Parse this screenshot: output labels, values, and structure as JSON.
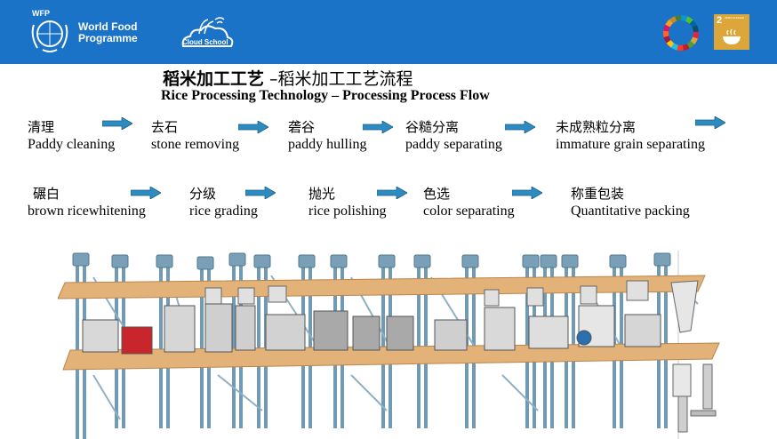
{
  "header": {
    "wfp_abbr": "WFP",
    "wfp_name": "World Food Programme",
    "cloud_school": "Cloud School",
    "sdg_number": "2",
    "sdg_label": "ZERO HUNGER",
    "colors": {
      "band": "#1a73c6",
      "sdg2": "#dda63a",
      "arrow": "#2e8bc0"
    }
  },
  "title": {
    "cn_bold": "稻米加工工艺",
    "cn_rest": " –稻米加工工艺流程",
    "en": "Rice Processing Technology – Processing Process Flow"
  },
  "flow_row1": [
    {
      "cn": "清理",
      "en": "Paddy cleaning"
    },
    {
      "cn": "去石",
      "en": "stone removing"
    },
    {
      "cn": "砻谷",
      "en": "paddy hulling"
    },
    {
      "cn": "谷糙分离",
      "en": "paddy separating"
    },
    {
      "cn": "未成熟粒分离",
      "en": "immature grain separating"
    }
  ],
  "flow_row2": [
    {
      "cn": "碾白",
      "en": "brown ricewhitening"
    },
    {
      "cn": "分级",
      "en": "rice grading"
    },
    {
      "cn": "抛光",
      "en": "rice polishing"
    },
    {
      "cn": "色选",
      "en": "color separating"
    },
    {
      "cn": "称重包装",
      "en": "Quantitative packing"
    }
  ]
}
